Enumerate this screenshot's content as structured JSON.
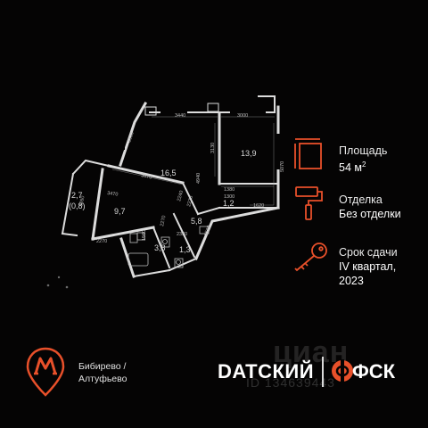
{
  "plan": {
    "rooms": [
      {
        "id": "room-16-5",
        "area": "16,5"
      },
      {
        "id": "room-13-9",
        "area": "13,9"
      },
      {
        "id": "room-9-7",
        "area": "9,7"
      },
      {
        "id": "balcony",
        "area": "2,7",
        "sub": "(0,8)"
      },
      {
        "id": "room-5-8",
        "area": "5,8"
      },
      {
        "id": "room-1-2",
        "area": "1,2"
      },
      {
        "id": "room-3-8",
        "area": "3,8"
      },
      {
        "id": "room-1-3",
        "area": "1,3"
      }
    ],
    "dimensions": [
      "3440",
      "3000",
      "3920",
      "3130",
      "5070",
      "3670",
      "3470",
      "3260",
      "2270",
      "1620",
      "1380",
      "1300",
      "4940",
      "2270",
      "2240",
      "2270",
      "2330",
      "1530",
      "1560"
    ]
  },
  "info": {
    "area_label": "Площадь",
    "area_value": "54 м",
    "area_unit_sup": "2",
    "finish_label": "Отделка",
    "finish_value": "Без отделки",
    "delivery_label": "Срок сдачи",
    "delivery_value_1": "IV квартал,",
    "delivery_value_2": "2023"
  },
  "footer": {
    "metro_line1": "Бибирево /",
    "metro_line2": "Алтуфьево",
    "complex_name": "DATСКИЙ",
    "developer": "ФСК"
  },
  "watermark": {
    "text": "циан",
    "id": "ID 134639443"
  },
  "colors": {
    "accent": "#e8502a",
    "background": "#050404",
    "wall": "#dcdcdc"
  }
}
